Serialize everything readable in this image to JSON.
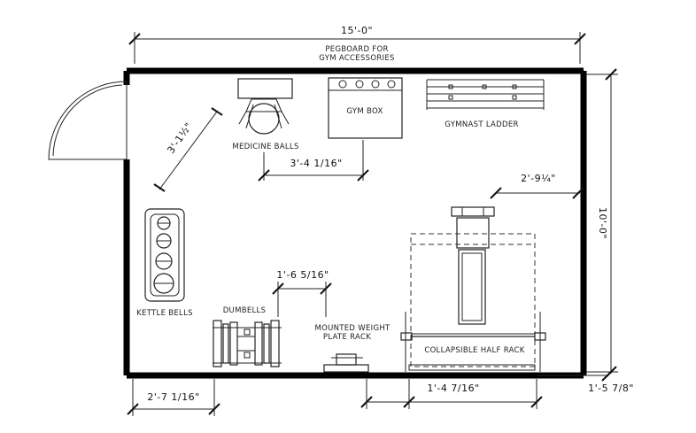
{
  "dimensions": {
    "width_overall": "15'-0\"",
    "height_overall": "10'-0\"",
    "diag_ball": "3'-1½\"",
    "gymbox_gap": "3'-4 1/16\"",
    "ladder_gap": "2'-9¼\"",
    "dumbbell_gap": "1'-6 5/16\"",
    "bottom_left": "2'-7 1/16\"",
    "bottom_mid": "1'-4 7/16\"",
    "bottom_right": "1'-5 7/8\""
  },
  "labels": {
    "pegboard_line1": "PEGBOARD FOR",
    "pegboard_line2": "GYM ACCESSORIES",
    "medicine_balls": "MEDICINE BALLS",
    "gym_box": "GYM BOX",
    "gymnast_ladder": "GYMNAST LADDER",
    "kettle_bells": "KETTLE BELLS",
    "dumbbells": "DUMBELLS",
    "plate_rack_line1": "MOUNTED WEIGHT",
    "plate_rack_line2": "PLATE RACK",
    "half_rack": "COLLAPSIBLE HALF RACK"
  }
}
